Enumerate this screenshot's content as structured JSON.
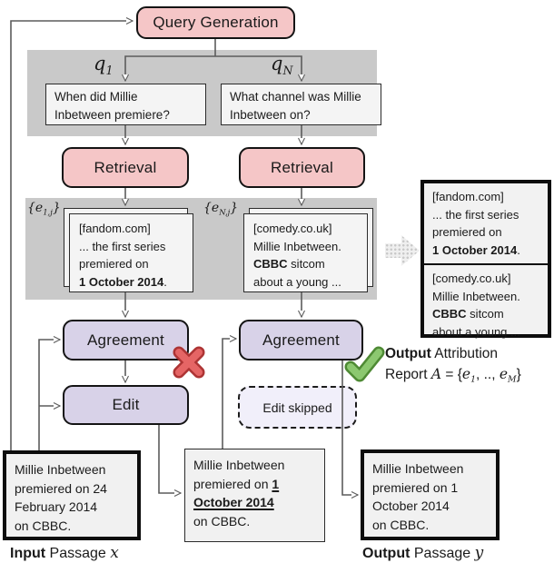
{
  "colors": {
    "node_pink": "#f5c6c7",
    "node_purple": "#d8d2e8",
    "band_gray": "#c9c9c9",
    "cross_red": "#e56565",
    "check_green": "#8cc870"
  },
  "nodes": {
    "query_generation": "Query Generation",
    "retrieval_left": "Retrieval",
    "retrieval_right": "Retrieval",
    "agreement_left": "Agreement",
    "agreement_right": "Agreement",
    "edit": "Edit",
    "edit_skipped": "Edit skipped"
  },
  "math_labels": {
    "q1": {
      "var": "q",
      "sub": "1"
    },
    "qn": {
      "var": "q",
      "sub": "N"
    },
    "e1j": {
      "open": "{",
      "var": "e",
      "sub": "1,j",
      "close": "}"
    },
    "enj": {
      "open": "{",
      "var": "e",
      "sub": "N,j",
      "close": "}"
    }
  },
  "queries": {
    "left": [
      "When did Millie",
      "Inbetween premiere?"
    ],
    "right": [
      "What channel was Millie",
      "Inbetween on?"
    ]
  },
  "evidence_left": {
    "source": "[fandom.com]",
    "line2": "... the first series",
    "line3": "premiered on",
    "line4_bold": "1 October 2014",
    "line4_end": "."
  },
  "evidence_right": {
    "source": "[comedy.co.uk]",
    "line2": "Millie Inbetween.",
    "line3_bold": "CBBC",
    "line3_rest": " sitcom",
    "line4": "about a young ..."
  },
  "passages": {
    "input": [
      "Millie Inbetween",
      "premiered on 24",
      "February 2014",
      "on CBBC."
    ],
    "middle": {
      "line1": "Millie Inbetween",
      "line2_pre": "premiered on ",
      "line2_mark": "1",
      "line3_mark": "October 2014",
      "line4": "on CBBC."
    },
    "output": [
      "Millie Inbetween",
      "premiered on 1",
      "October 2014",
      "on CBBC."
    ]
  },
  "captions": {
    "input": {
      "bold": "Input",
      "rest": " Passage ",
      "math": "x"
    },
    "output": {
      "bold": "Output",
      "rest": " Passage ",
      "math": "y"
    },
    "report_line1": {
      "bold": "Output",
      "rest": " Attribution"
    },
    "report_line2": {
      "pre": "Report ",
      "a": "A",
      "eq": " = {",
      "e1": "e",
      "sub1": "1",
      "mid": ", .., ",
      "e2": "e",
      "sub2": "M",
      "close": "}"
    }
  }
}
